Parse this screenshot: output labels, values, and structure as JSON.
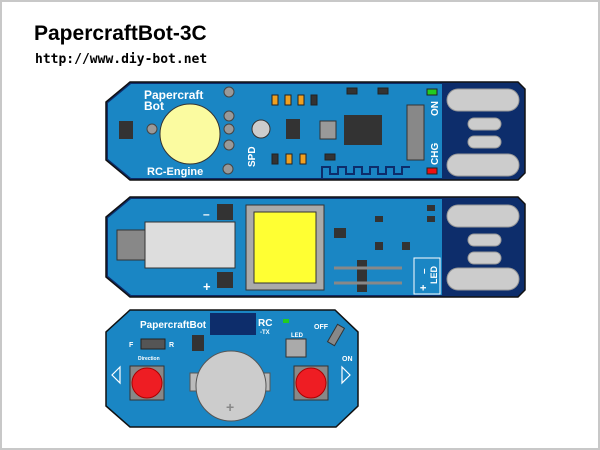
{
  "header": {
    "title": "PapercraftBot-3C",
    "url": "http://www.diy-bot.net"
  },
  "board_main": {
    "brand_line1": "Papercraft",
    "brand_line2": "Bot",
    "engine_label": "RC-Engine",
    "spd_label": "SPD",
    "on_label": "ON",
    "chg_label": "CHG"
  },
  "board_motor": {
    "plus_label": "+",
    "minus_label": "–",
    "led_label": "LED",
    "led_plus": "+",
    "led_minus": "–"
  },
  "board_remote": {
    "brand": "PapercraftBot",
    "rc_label": "RC",
    "tx_label": "-TX",
    "led_label": "LED",
    "off_label": "OFF",
    "on_label": "ON",
    "f_label": "F",
    "r_label": "R",
    "direction_label": "Direction",
    "battery_plus": "+"
  },
  "colors": {
    "pcb": "#1a86c4",
    "pcb_dark": "#0d2d6b",
    "button_red": "#ee1d23",
    "led_green": "#22cc22",
    "led_red": "#ee1111",
    "cap_yellow": "#fbfba0",
    "coil_yellow": "#ffff33"
  }
}
